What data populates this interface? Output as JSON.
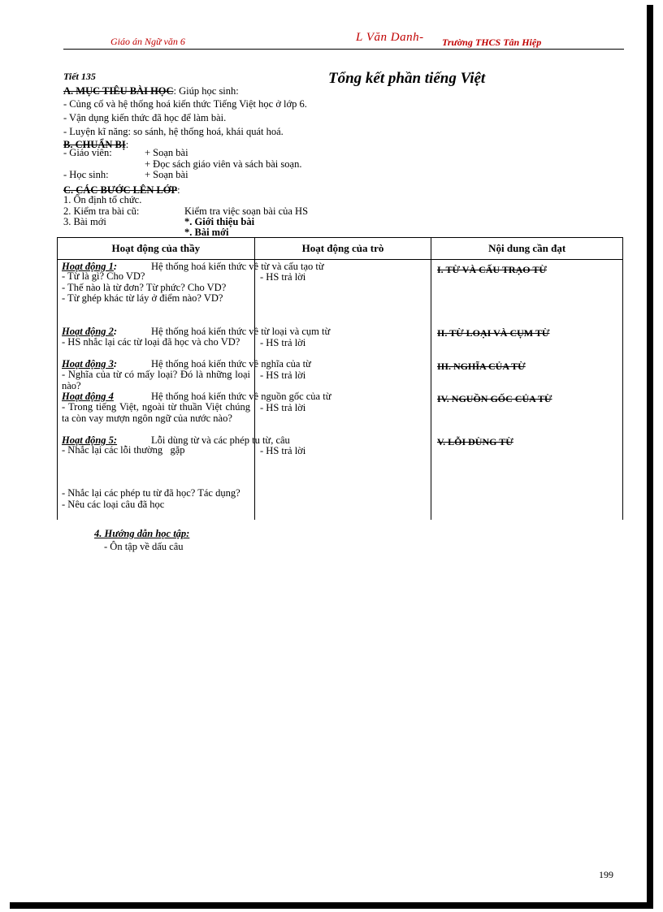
{
  "header": {
    "subject": "Giáo án Ngữ văn 6",
    "author": "L  Văn  Danh-",
    "school": "Trường THCS Tân Hiệp"
  },
  "lesson": {
    "period": "Tiết 135",
    "title": "Tổng kết phần tiếng Việt"
  },
  "objectives": {
    "heading": "A. MỤC TIÊU BÀI HỌC",
    "intro": ": Giúp học sinh:",
    "items": [
      "- Củng cố và hệ thống hoá kiến thức Tiếng Việt học ở lớp 6.",
      "- Vận dụng kiến thức đã học để làm bài.",
      "- Luyện kĩ năng: so sánh, hệ thống hoá, khái quát hoá."
    ]
  },
  "preparation": {
    "heading": "B. CHUẨN BỊ",
    "suffix": ":",
    "teacher_label": "- Giáo viên:",
    "teacher_items": [
      "+ Soạn bài",
      "+ Đọc sách giáo viên và sách bài soạn."
    ],
    "student_label": "- Học sinh:",
    "student_items": [
      "+ Soạn bài"
    ]
  },
  "steps": {
    "heading": "C. CÁC BƯỚC   LÊN LỚP",
    "suffix": ":",
    "step1": "1. Ổn định tổ chức.",
    "step2_label": "2. Kiểm tra bài cũ:",
    "step2_value": "Kiểm tra việc soạn bài của HS",
    "step3_label": "3. Bài mới",
    "step3_items": [
      "*. Giới thiệu bài",
      "*. Bài mới"
    ]
  },
  "table": {
    "headers": [
      "Hoạt động của thầy",
      "Hoạt động của trò",
      "Nội dung cần đạt"
    ],
    "activities": [
      {
        "label": "Hoạt động 1",
        "sep": ":",
        "topic": "Hệ thống hoá kiến thức về từ và cấu tạo từ",
        "teacher": "- Từ là gì? Cho VD?\n- Thế nào là từ đơn? Từ phức? Cho VD?\n- Từ ghép khác từ láy ở điểm nào? VD?",
        "student": "- HS trả lời",
        "content": "I. TỪ VÀ CẤU TRẠO TỪ"
      },
      {
        "label": "Hoạt động 2",
        "sep": ":",
        "topic": "Hệ thống hoá kiến thức về từ loại và cụm từ",
        "teacher": "- HS nhắc lại các từ loại đã học và cho VD?",
        "student": "- HS trả lời",
        "content": "II. TỪ LOẠI VÀ CỤM TỪ"
      },
      {
        "label": "Hoạt động 3",
        "sep": ":",
        "topic": "Hệ thống hoá kiến thức về nghĩa của từ",
        "teacher": "- Nghĩa của từ có mấy loại? Đó là những loại nào?",
        "student": "- HS trả lời",
        "content": "III. NGHĨA CỦA TỪ"
      },
      {
        "label": "Hoạt động 4",
        "sep": "",
        "topic": "Hệ thống hoá kiến thức về nguồn gốc của từ",
        "teacher": "- Trong tiếng Việt, ngoài từ thuần Việt chúng ta còn vay mượn ngôn ngữ của nước nào?",
        "student": "- HS trả lời",
        "content": "IV. NGUỒN GỐC CỦA TỪ"
      },
      {
        "label": "Hoạt động 5:",
        "sep": "",
        "topic": "Lỗi dùng từ và các phép tu từ, câu",
        "teacher": "- Nhắc lại các lỗi thường   gặp",
        "student": "- HS trả lời",
        "content": "V. LỖI DÙNG TỪ"
      }
    ],
    "extra_teacher": "- Nhắc lại các phép tu từ đã học? Tác dụng?\n- Nêu các loại câu đã học"
  },
  "guidance": {
    "heading": "4. Hướng   dẫn học tập:",
    "items": [
      "- Ôn tập về dấu câu"
    ]
  },
  "page_number": "199"
}
